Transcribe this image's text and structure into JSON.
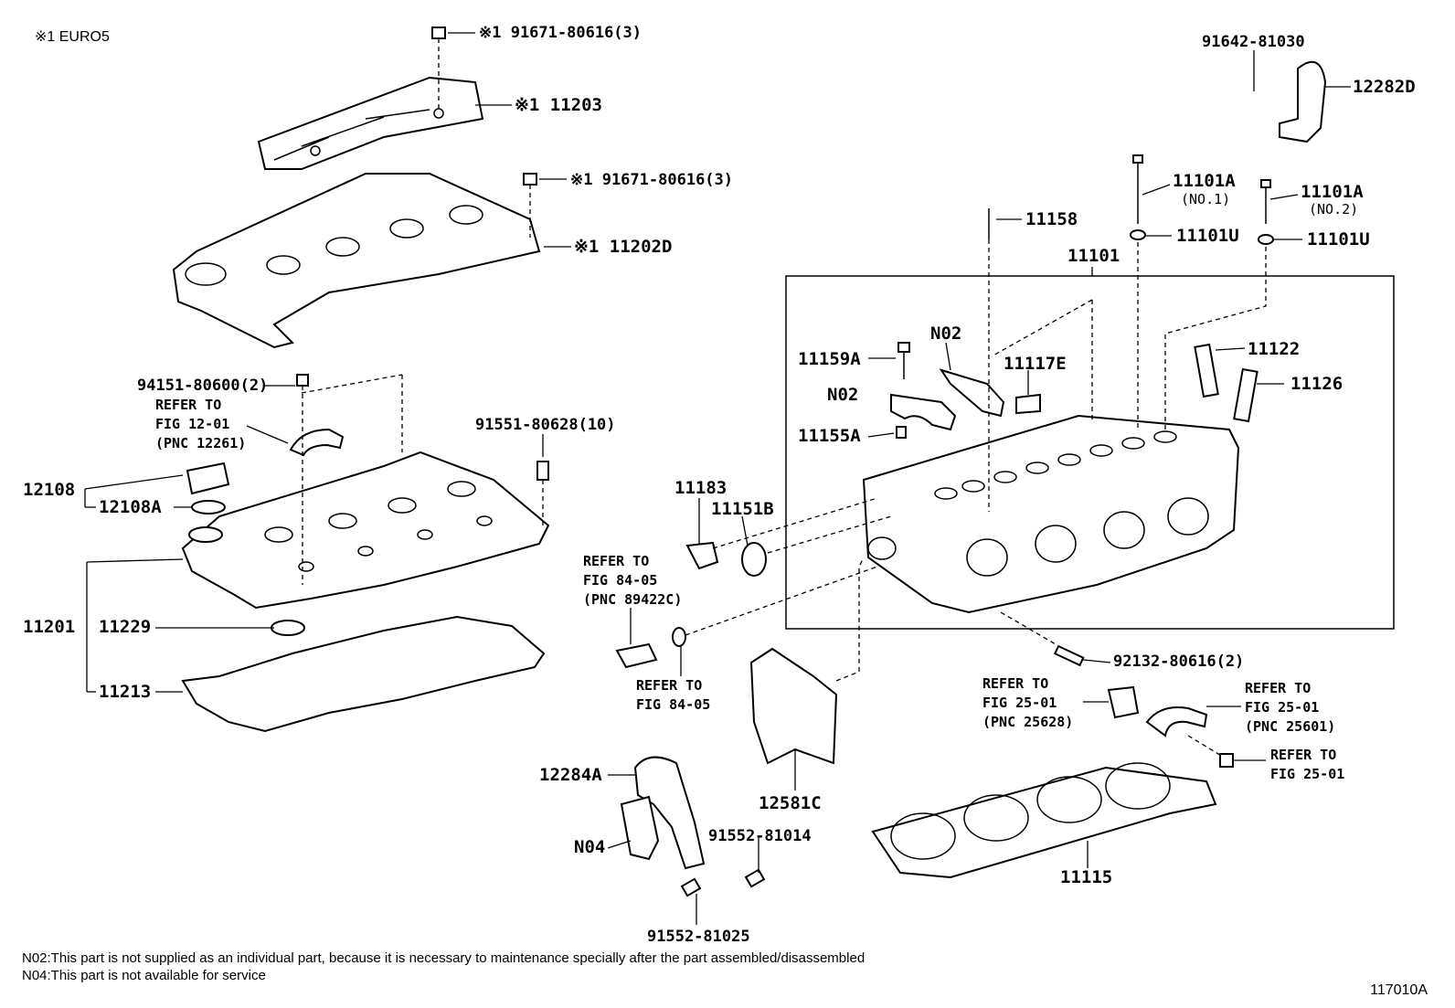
{
  "header_note": "※1 EURO5",
  "figure_id": "117010A",
  "labels": {
    "p91671_top": "※1 91671-80616(3)",
    "p11203": "※1 11203",
    "p91671_mid": "※1 91671-80616(3)",
    "p11202D": "※1 11202D",
    "p94151": "94151-80600(2)",
    "p91551": "91551-80628(10)",
    "p12108": "12108",
    "p12108A": "12108A",
    "p11201": "11201",
    "p11229": "11229",
    "p11213": "11213",
    "p91642": "91642-81030",
    "p12282D": "12282D",
    "p11101A_1": "11101A",
    "p11101A_1_sub": "(NO.1)",
    "p11101A_2": "11101A",
    "p11101A_2_sub": "(NO.2)",
    "p11158": "11158",
    "p11101U_1": "11101U",
    "p11101U_2": "11101U",
    "p11101": "11101",
    "p11159A": "11159A",
    "pN02_a": "N02",
    "pN02_b": "N02",
    "p11117E": "11117E",
    "p11122": "11122",
    "p11126": "11126",
    "p11155A": "11155A",
    "p11183": "11183",
    "p11151B": "11151B",
    "p92132": "92132-80616(2)",
    "p12284A": "12284A",
    "p12581C": "12581C",
    "pN04": "N04",
    "p91552_81014": "91552-81014",
    "p91552_81025": "91552-81025",
    "p11115": "11115"
  },
  "refs": {
    "fig12_01": "REFER TO\nFIG 12-01\n(PNC 12261)",
    "fig84_05_pnc": "REFER TO\nFIG 84-05\n(PNC 89422C)",
    "fig84_05": "REFER TO\nFIG 84-05",
    "fig25_01_a": "REFER TO\nFIG 25-01\n(PNC 25628)",
    "fig25_01_b": "REFER TO\nFIG 25-01\n(PNC 25601)",
    "fig25_01_c": "REFER TO\nFIG 25-01"
  },
  "notes": {
    "n02": "N02:This part is not supplied as an individual part, because it is necessary to maintenance specially after the part assembled/disassembled",
    "n04": "N04:This part is not available for service"
  },
  "icons": [
    "bolt-icon",
    "nut-icon",
    "washer-icon",
    "gasket-icon",
    "cylinder-head-icon",
    "valve-cover-icon",
    "oil-filler-cap-icon",
    "sensor-icon"
  ]
}
